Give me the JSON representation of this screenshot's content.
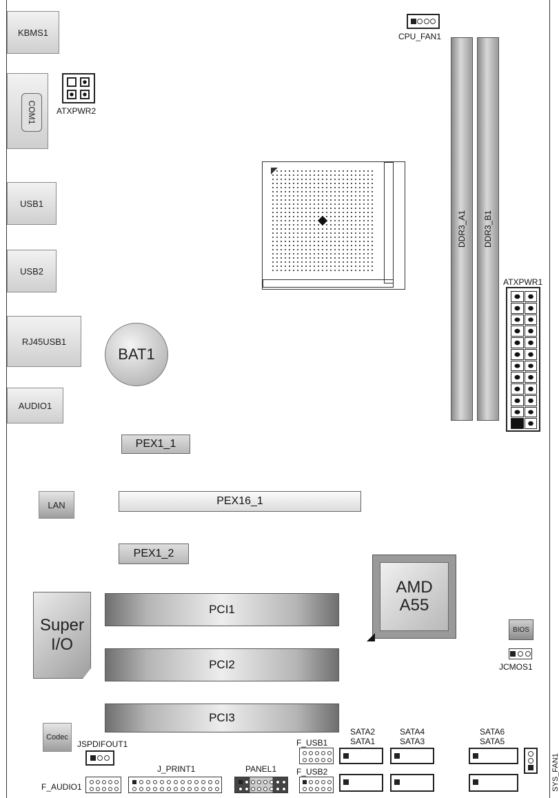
{
  "board": {
    "io": {
      "kbms": "KBMS1",
      "com": "COM1",
      "usb1": "USB1",
      "usb2": "USB2",
      "rj45": "RJ45USB1",
      "audio": "AUDIO1"
    },
    "power": {
      "atxpwr2": "ATXPWR2",
      "atxpwr1": "ATXPWR1"
    },
    "fans": {
      "cpu_fan": "CPU_FAN1",
      "sys_fan": "SYS_FAN1"
    },
    "memory": {
      "dimm_a": "DDR3_A1",
      "dimm_b": "DDR3_B1"
    },
    "battery": "BAT1",
    "slots": {
      "pex1_1": "PEX1_1",
      "pex16_1": "PEX16_1",
      "pex1_2": "PEX1_2",
      "pci1": "PCI1",
      "pci2": "PCI2",
      "pci3": "PCI3"
    },
    "chips": {
      "lan": "LAN",
      "superio_line1": "Super",
      "superio_line2": "I/O",
      "codec": "Codec",
      "chipset_line1": "AMD",
      "chipset_line2": "A55",
      "bios": "BIOS"
    },
    "headers": {
      "jcmos": "JCMOS1",
      "jspdif": "JSPDIFOUT1",
      "f_audio": "F_AUDIO1",
      "j_print": "J_PRINT1",
      "panel": "PANEL1",
      "f_usb1": "F_USB1",
      "f_usb2": "F_USB2"
    },
    "sata": {
      "sata2": "SATA2",
      "sata1": "SATA1",
      "sata4": "SATA4",
      "sata3": "SATA3",
      "sata6": "SATA6",
      "sata5": "SATA5"
    }
  }
}
